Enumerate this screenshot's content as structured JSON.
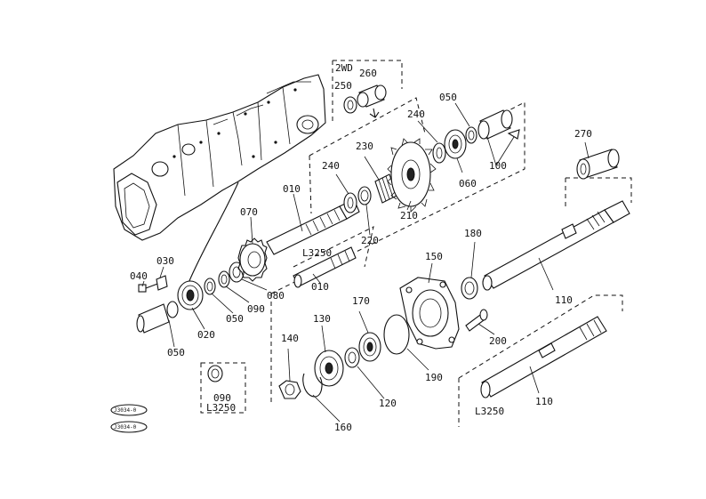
{
  "diagram": {
    "part_labels": [
      {
        "id": "010",
        "text": "010"
      },
      {
        "id": "010b",
        "text": "010"
      },
      {
        "id": "020",
        "text": "020"
      },
      {
        "id": "030",
        "text": "030"
      },
      {
        "id": "040",
        "text": "040"
      },
      {
        "id": "050a",
        "text": "050"
      },
      {
        "id": "050b",
        "text": "050"
      },
      {
        "id": "050c",
        "text": "050"
      },
      {
        "id": "060",
        "text": "060"
      },
      {
        "id": "070",
        "text": "070"
      },
      {
        "id": "080",
        "text": "080"
      },
      {
        "id": "090a",
        "text": "090"
      },
      {
        "id": "090b",
        "text": "090"
      },
      {
        "id": "100",
        "text": "100"
      },
      {
        "id": "110a",
        "text": "110"
      },
      {
        "id": "110b",
        "text": "110"
      },
      {
        "id": "120",
        "text": "120"
      },
      {
        "id": "130",
        "text": "130"
      },
      {
        "id": "140",
        "text": "140"
      },
      {
        "id": "150",
        "text": "150"
      },
      {
        "id": "160",
        "text": "160"
      },
      {
        "id": "170",
        "text": "170"
      },
      {
        "id": "180",
        "text": "180"
      },
      {
        "id": "190",
        "text": "190"
      },
      {
        "id": "200",
        "text": "200"
      },
      {
        "id": "210",
        "text": "210"
      },
      {
        "id": "220",
        "text": "220"
      },
      {
        "id": "230",
        "text": "230"
      },
      {
        "id": "240a",
        "text": "240"
      },
      {
        "id": "240b",
        "text": "240"
      },
      {
        "id": "250",
        "text": "250"
      },
      {
        "id": "260",
        "text": "260"
      },
      {
        "id": "270",
        "text": "270"
      }
    ],
    "variant_labels": {
      "wd2": "2WD",
      "l3250_shaft": "L3250",
      "l3250_box": "L3250",
      "l3250_lower": "L3250"
    },
    "stamps": {
      "top": "J3034-0",
      "bottom": "J3034-0"
    }
  }
}
